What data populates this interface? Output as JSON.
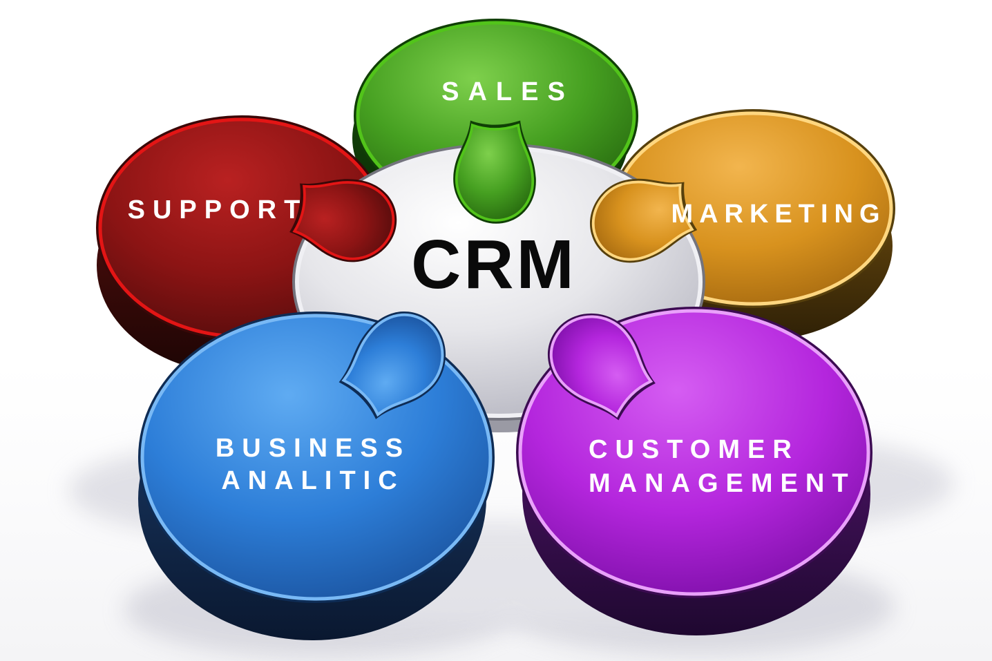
{
  "diagram_title": "CRM puzzle diagram",
  "center": {
    "label": "CRM",
    "face_color": "#e3e3e8",
    "rim_color": "#f0f0f4"
  },
  "pieces": {
    "sales": {
      "label": "SALES",
      "position": "top",
      "color": "#3f9e1d"
    },
    "marketing": {
      "label": "MARKETING",
      "position": "right",
      "color": "#d8921e"
    },
    "customer_management": {
      "line1": "CUSTOMER",
      "line2": "MANAGEMENT",
      "position": "bottom-right",
      "color": "#b426dd"
    },
    "business_analitic": {
      "line1": "BUSINESS",
      "line2": "ANALITIC",
      "position": "bottom-left",
      "color": "#2d7ed8"
    },
    "support": {
      "label": "SUPPORT",
      "position": "left",
      "color": "#8c1414"
    }
  },
  "text_colors": {
    "piece_labels": "#ffffff",
    "center_label": "#0a0a0a"
  }
}
